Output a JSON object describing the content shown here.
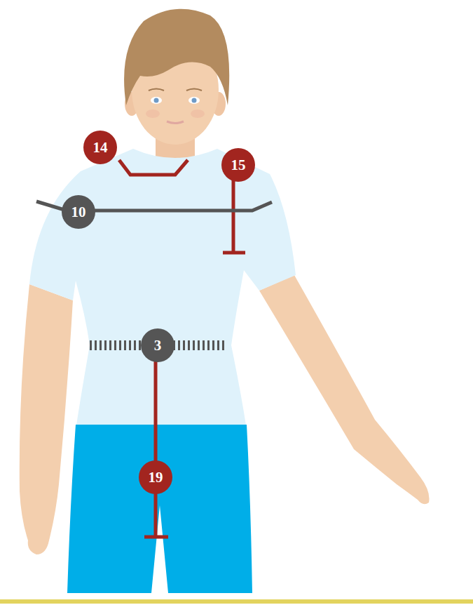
{
  "diagram": {
    "nodes": [
      {
        "text": [
          "14"
        ]
      },
      {
        "text": [
          "15"
        ]
      },
      {
        "text": [
          "10"
        ]
      },
      {
        "text": [
          "3"
        ]
      },
      {
        "text": [
          "19"
        ]
      }
    ]
  }
}
